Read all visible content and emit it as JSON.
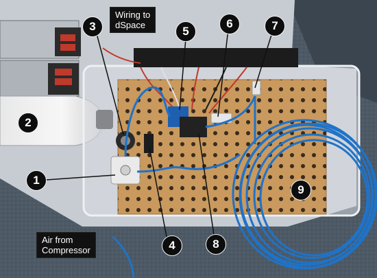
{
  "labels": {
    "wiring": "Wiring to\ndSpace",
    "air": "Air from\nCompressor"
  },
  "markers": [
    "1",
    "2",
    "3",
    "4",
    "5",
    "6",
    "7",
    "8",
    "9"
  ],
  "colors": {
    "board": "#c9995e",
    "tubing": "#1f73c8",
    "carpet": "#4a5763",
    "label_bg": "#111111"
  }
}
